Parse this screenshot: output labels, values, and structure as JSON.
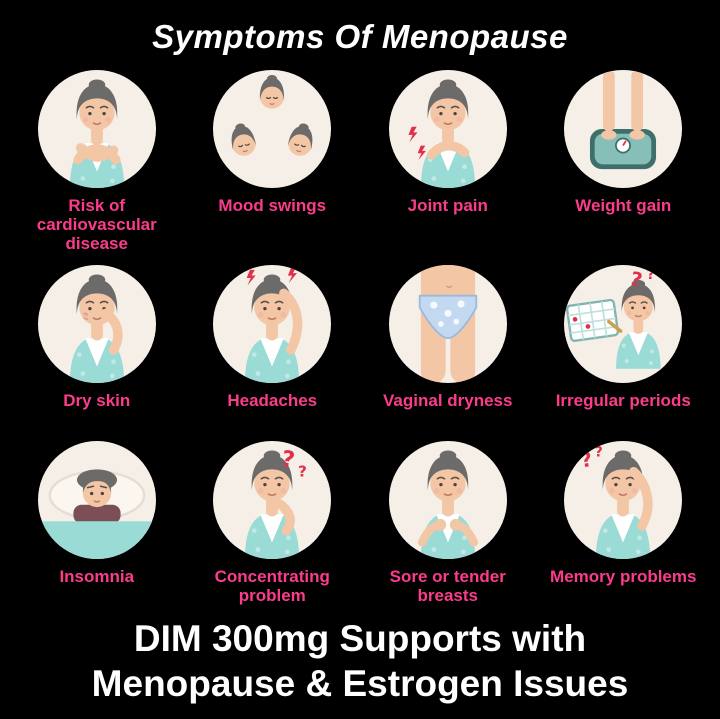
{
  "title": "Symptoms Of Menopause",
  "footer": {
    "line1": "DIM 300mg Supports with",
    "line2": "Menopause & Estrogen Issues"
  },
  "colors": {
    "background": "#000000",
    "title_text": "#ffffff",
    "label_pink": "#fb3c8b",
    "footer_text": "#ffffff",
    "circle_bg": "#f6efe8",
    "accent_red": "#e0314b",
    "teal_cardigan": "#9adbd6",
    "skin": "#f3c6a5",
    "hair": "#6d6a6a"
  },
  "symptoms": [
    {
      "label": "Risk of cardiovascular disease",
      "icon": "woman-chest-pain-illustration"
    },
    {
      "label": "Mood swings",
      "icon": "three-faces-illustration"
    },
    {
      "label": "Joint pain",
      "icon": "woman-joint-pain-illustration"
    },
    {
      "label": "Weight gain",
      "icon": "feet-on-scale-illustration"
    },
    {
      "label": "Dry skin",
      "icon": "woman-touching-face-illustration"
    },
    {
      "label": "Headaches",
      "icon": "woman-headache-illustration"
    },
    {
      "label": "Vaginal dryness",
      "icon": "torso-underwear-illustration"
    },
    {
      "label": "Irregular periods",
      "icon": "woman-calendar-illustration"
    },
    {
      "label": "Insomnia",
      "icon": "woman-in-bed-illustration"
    },
    {
      "label": "Concentrating problem",
      "icon": "woman-confused-illustration"
    },
    {
      "label": "Sore or tender breasts",
      "icon": "woman-chest-tender-illustration"
    },
    {
      "label": "Memory problems",
      "icon": "woman-memory-illustration"
    }
  ]
}
